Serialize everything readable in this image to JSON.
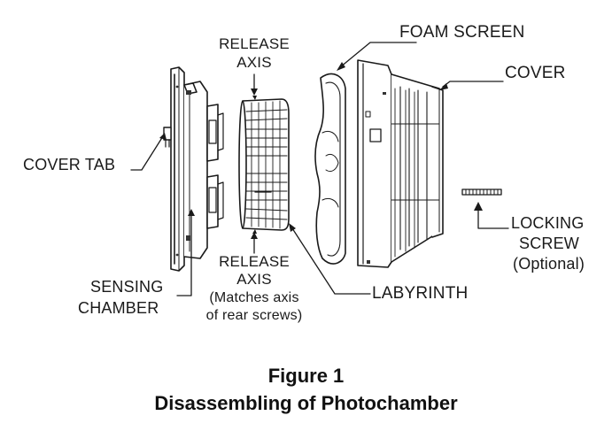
{
  "labels": {
    "foam_screen": "FOAM SCREEN",
    "cover": "COVER",
    "release_axis_top_1": "RELEASE",
    "release_axis_top_2": "AXIS",
    "cover_tab": "COVER TAB",
    "locking_screw_1": "LOCKING",
    "locking_screw_2": "SCREW",
    "locking_screw_3": "(Optional)",
    "release_axis_bottom_1": "RELEASE",
    "release_axis_bottom_2": "AXIS",
    "release_axis_bottom_3": "(Matches axis",
    "release_axis_bottom_4": "of rear screws)",
    "sensing_chamber_1": "SENSING",
    "sensing_chamber_2": "CHAMBER",
    "labyrinth": "LABYRINTH"
  },
  "caption": {
    "figure_number": "Figure 1",
    "title": "Disassembling of Photochamber"
  }
}
